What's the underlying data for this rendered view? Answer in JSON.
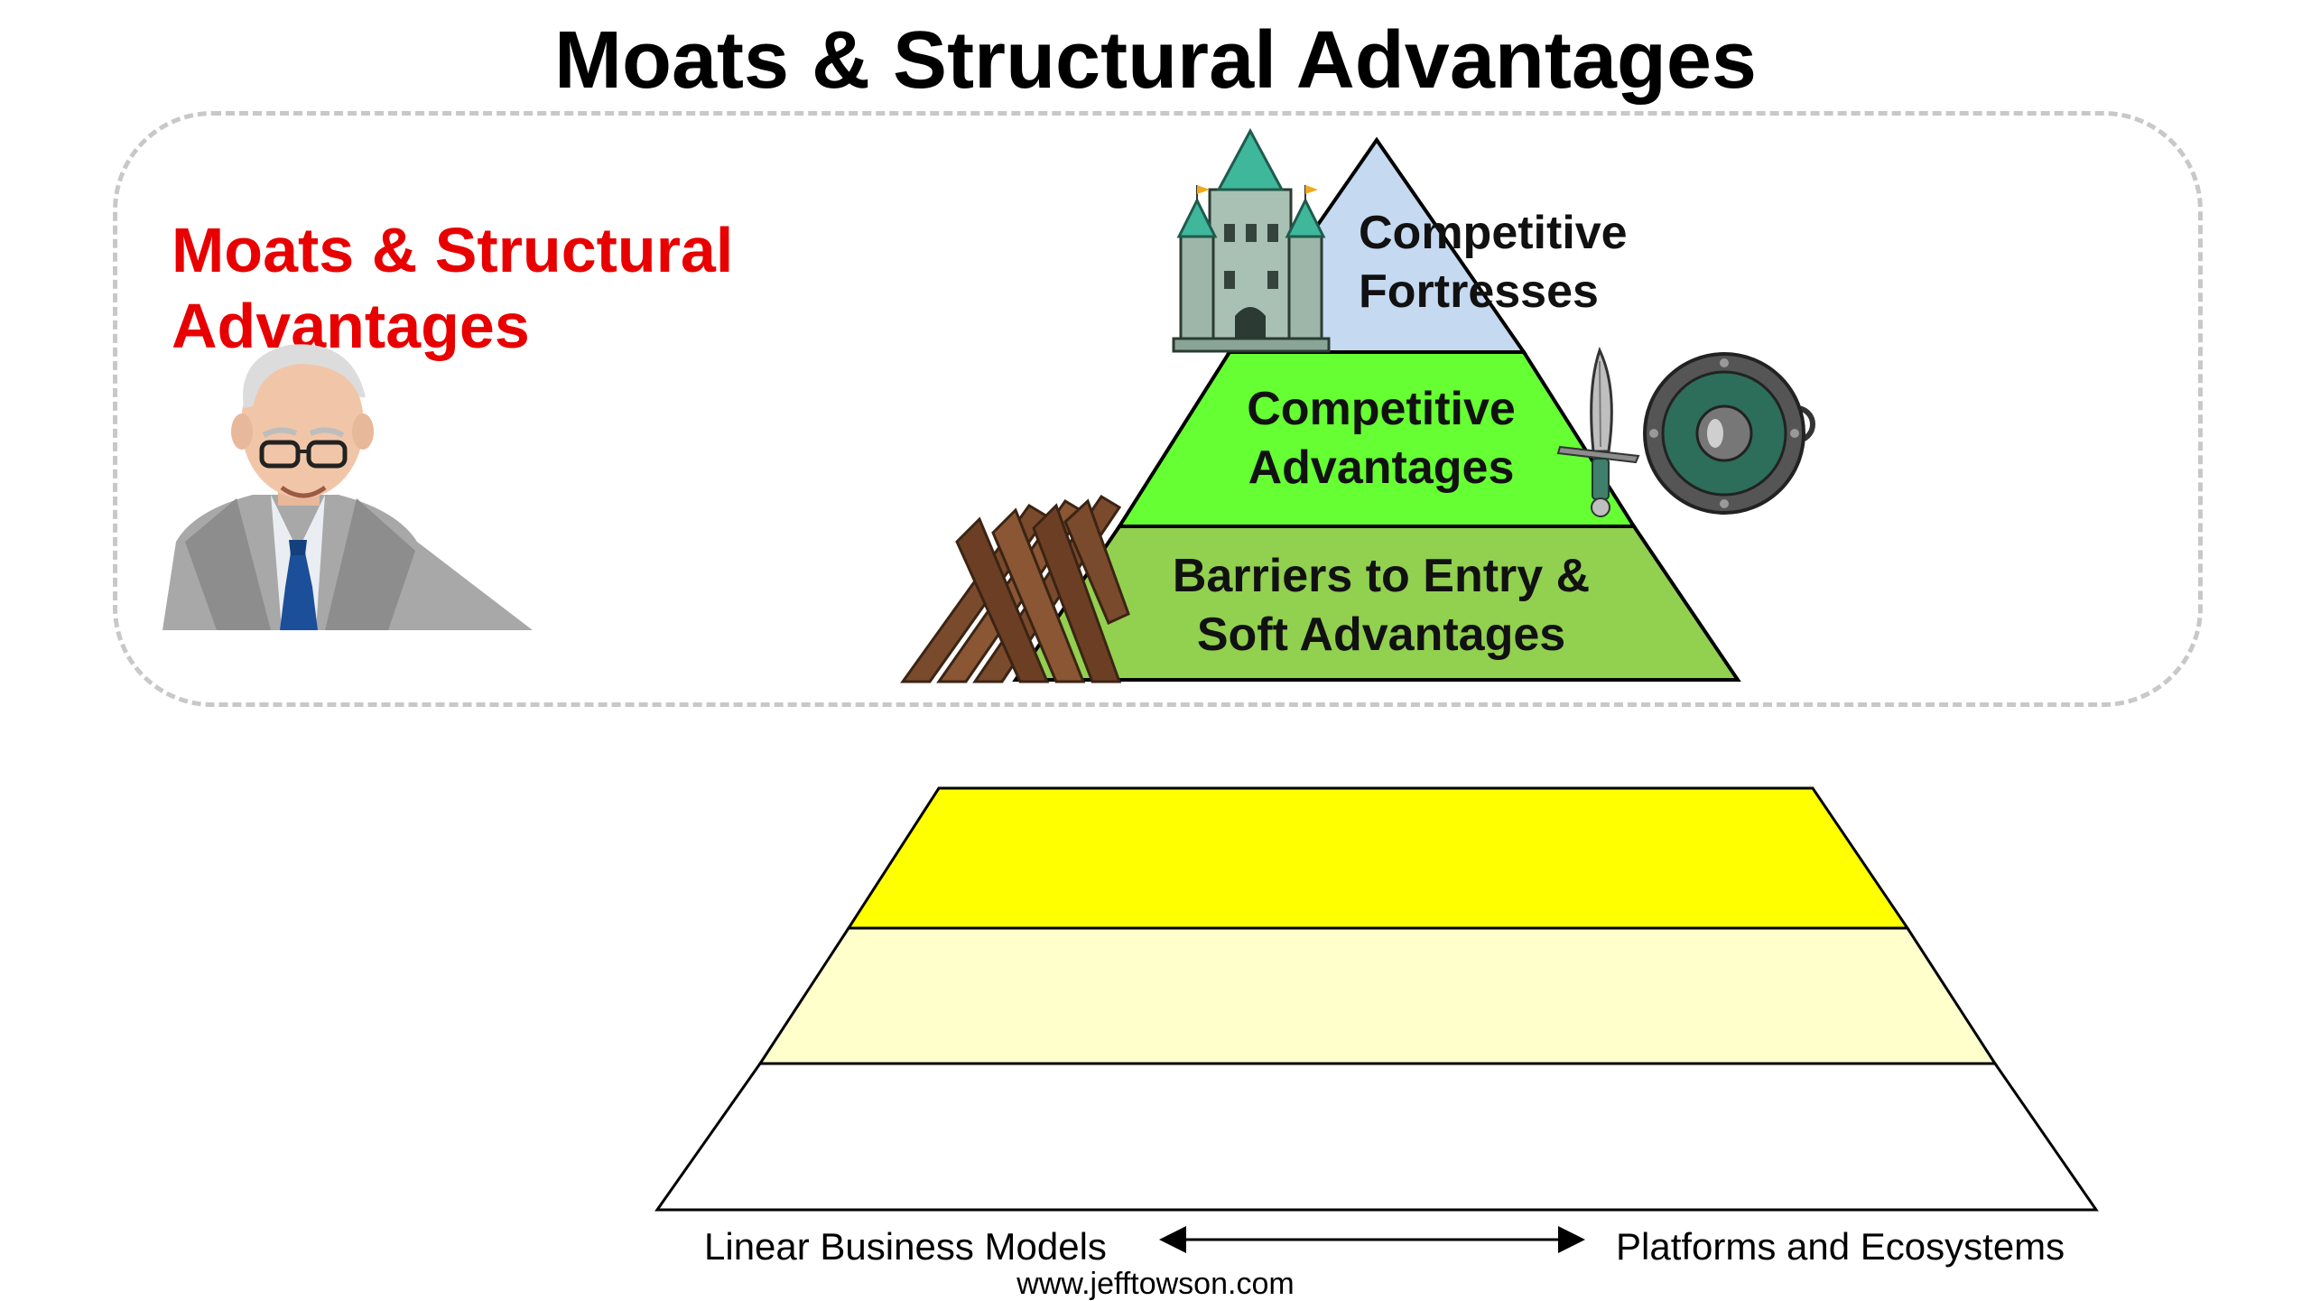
{
  "header": {
    "title": "Moats & Structural Advantages"
  },
  "side_panel": {
    "heading": "Moats & Structural Advantages",
    "icon": "investor-portrait-icon"
  },
  "moat_pyramid": {
    "tiers": [
      {
        "line1": "Competitive",
        "line2": "Fortresses",
        "color": "#c5d9f1",
        "icon": "castle-icon"
      },
      {
        "line1": "Competitive",
        "line2": "Advantages",
        "color": "#66ff33",
        "icon": "sword-and-shield-icon"
      },
      {
        "line1": "Barriers to Entry &",
        "line2": "Soft Advantages",
        "color": "#92d050",
        "icon": "wooden-barricade-icon"
      }
    ]
  },
  "model_pyramid": {
    "tier_colors": [
      "#ffff00",
      "#ffffcc",
      "#ffffff"
    ]
  },
  "axis": {
    "left_label": "Linear Business Models",
    "right_label": "Platforms and Ecosystems",
    "arrow_icon": "double-arrow-icon"
  },
  "footer": {
    "website": "www.jefftowson.com"
  }
}
